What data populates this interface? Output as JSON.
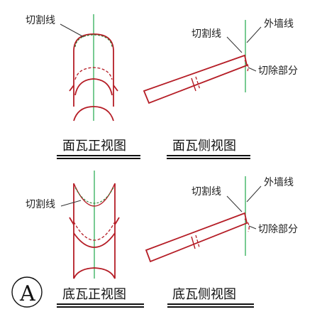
{
  "top": {
    "front": {
      "cut_line": "切割线"
    },
    "side": {
      "outer_wall": "外墙线",
      "cut_line": "切割线",
      "cut_part": "切除部分"
    }
  },
  "bottom": {
    "front": {
      "cut_line": "切割线"
    },
    "side": {
      "outer_wall": "外墙线",
      "cut_line": "切割线",
      "cut_part": "切除部分"
    }
  },
  "captions": {
    "top_front": "面瓦正视图",
    "top_side": "面瓦侧视图",
    "bottom_front": "底瓦正视图",
    "bottom_side": "底瓦侧视图"
  },
  "marker": "A",
  "colors": {
    "tile_outline": "#b51d26",
    "wall_line": "#1fa84a",
    "cut_line_dash": "#2e7d32"
  }
}
